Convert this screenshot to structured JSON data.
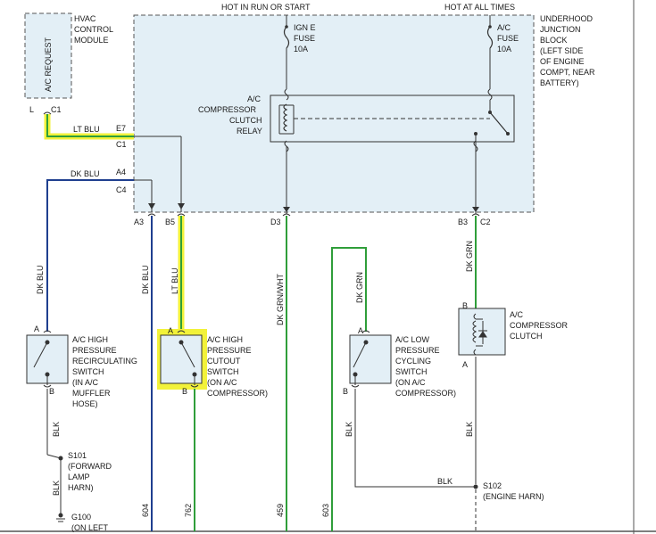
{
  "headers": {
    "hot_run_start": "HOT IN RUN OR START",
    "hot_all_times": "HOT AT ALL TIMES"
  },
  "hvac_module": {
    "vertical_label": "A/C REQUEST",
    "name_lines": [
      "HVAC",
      "CONTROL",
      "MODULE"
    ],
    "pin_letter": "L",
    "connector": "C1"
  },
  "junction_block": {
    "name_lines": [
      "UNDERHOOD",
      "JUNCTION",
      "BLOCK",
      "(LEFT SIDE",
      "OF ENGINE",
      "COMPT, NEAR",
      "BATTERY)"
    ],
    "ign_fuse": [
      "IGN E",
      "FUSE",
      "10A"
    ],
    "ac_fuse": [
      "A/C",
      "FUSE",
      "10A"
    ],
    "relay_lines": [
      "A/C",
      "COMPRESSOR",
      "CLUTCH",
      "RELAY"
    ],
    "pins": {
      "e7": "E7",
      "c1": "C1",
      "a4": "A4",
      "c4": "C4",
      "a3": "A3",
      "b5": "B5",
      "d3": "D3",
      "b3": "B3",
      "c2": "C2"
    }
  },
  "wires": {
    "lt_blu_top": "LT BLU",
    "dk_blu_top": "DK BLU",
    "dk_blu_left": "DK BLU",
    "dk_blu_mid": "DK BLU",
    "lt_blu_mid": "LT BLU",
    "dk_grn_wht": "DK GRN/WHT",
    "dk_grn_low": "DK GRN",
    "dk_grn_right": "DK GRN",
    "blk_left": "BLK",
    "blk_left_lower": "BLK",
    "blk_cycling": "BLK",
    "blk_clutch": "BLK",
    "blk_horizontal": "BLK"
  },
  "circuits": [
    "604",
    "762",
    "459",
    "603"
  ],
  "switches": {
    "recirc": {
      "pin_a": "A",
      "pin_b": "B",
      "lines": [
        "A/C HIGH",
        "PRESSURE",
        "RECIRCULATING",
        "SWITCH",
        "(IN A/C",
        "MUFFLER",
        "HOSE)"
      ]
    },
    "cutout": {
      "pin_a": "A",
      "pin_b": "B",
      "lines": [
        "A/C HIGH",
        "PRESSURE",
        "CUTOUT",
        "SWITCH",
        "(ON A/C",
        "COMPRESSOR)"
      ]
    },
    "cycling": {
      "pin_a": "A",
      "pin_b": "B",
      "lines": [
        "A/C LOW",
        "PRESSURE",
        "CYCLING",
        "SWITCH",
        "(ON A/C",
        "COMPRESSOR)"
      ]
    }
  },
  "clutch": {
    "pin_b": "B",
    "pin_a": "A",
    "lines": [
      "A/C",
      "COMPRESSOR",
      "CLUTCH"
    ]
  },
  "splices": {
    "s101": [
      "S101",
      "(FORWARD",
      "LAMP",
      "HARN)"
    ],
    "s102": [
      "S102",
      "(ENGINE HARN)"
    ],
    "g100": [
      "G100",
      "(ON LEFT"
    ]
  },
  "colors": {
    "dk_blu": "#1f3f8f",
    "green": "#2f9e3a",
    "highlight": "#f2f23a",
    "block_fill": "#e3eff6",
    "line": "#333333"
  }
}
